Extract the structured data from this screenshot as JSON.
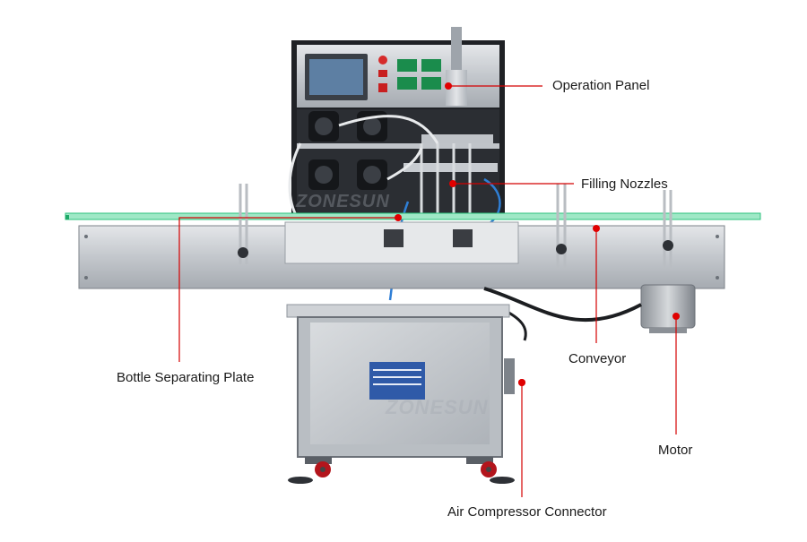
{
  "brand": {
    "watermark": "ZONESUN"
  },
  "callouts": {
    "operation_panel": "Operation Panel",
    "filling_nozzles": "Filling Nozzles",
    "bottle_separating_plate": "Bottle Separating Plate",
    "conveyor": "Conveyor",
    "motor": "Motor",
    "air_compressor_connector": "Air Compressor Connector"
  },
  "colors": {
    "callout_dot": "#e00000",
    "callout_line": "#d40000",
    "steel": "#c9ccd0",
    "steel_dark": "#8f959c",
    "panel_black": "#2a2d31",
    "guide_rail_green": "#2ec27e",
    "label_plate_blue": "#2f5aa8",
    "caster_red": "#b3151c"
  },
  "icons": {
    "pump": "peristaltic-pump-icon",
    "screen": "touch-screen-icon",
    "wheel": "caster-wheel-icon"
  }
}
